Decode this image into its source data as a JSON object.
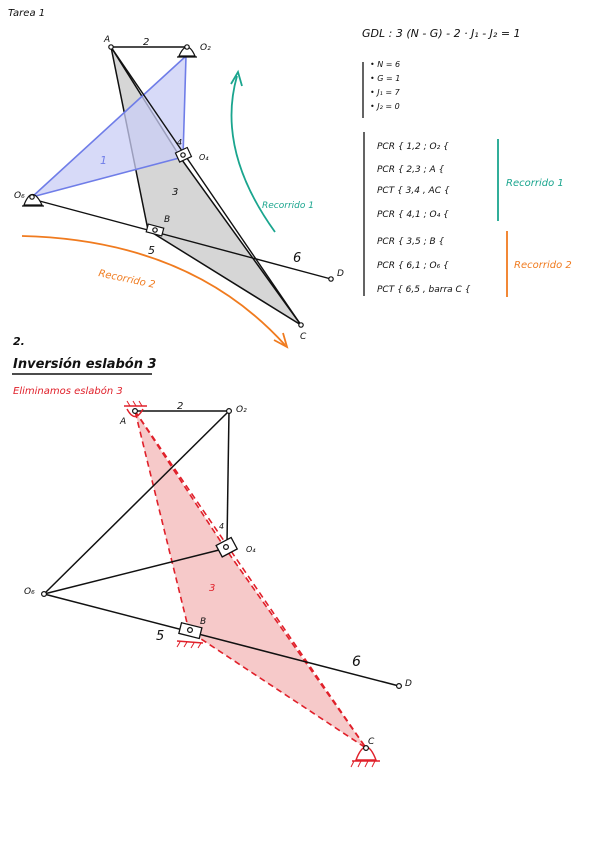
{
  "top": {
    "title": "Tarea 1",
    "gdl_formula": "GDL : 3 (N - G) - 2 · J₁ - J₂ = 1",
    "params": [
      "• N = 6",
      "• G = 1",
      "• J₁ = 7",
      "• J₂ = 0"
    ],
    "path1_rows": [
      "PCR { 1,2 ; O₂ {",
      "PCR { 2,3 ; A {",
      "PCT { 3,4 , AC {",
      "PCR { 4,1 ; O₄ {"
    ],
    "path2_rows": [
      "PCR { 3,5 ; B {",
      "PCR { 6,1 ; O₆ {",
      "PCT { 6,5 , barra C {"
    ],
    "path1_label": "Recorrido 1",
    "path2_label": "Recorrido 2",
    "points": {
      "A": "A",
      "O2": "O₂",
      "O4": "O₄",
      "O6": "O₆",
      "B": "B",
      "C": "C",
      "D": "D"
    },
    "links": {
      "l1": "1",
      "l2": "2",
      "l3": "3",
      "l4": "4",
      "l5": "5",
      "l6": "6"
    },
    "ac_bar": "AC"
  },
  "bottom": {
    "number": "2.",
    "heading": "Inversión eslabón 3",
    "subheading": "Eliminamos eslabón 3",
    "points": {
      "A": "A",
      "O2": "O₂",
      "O4": "O₄",
      "O6": "O₆",
      "B": "B",
      "C": "C",
      "D": "D"
    },
    "links": {
      "l2": "2",
      "l3": "3",
      "l4": "4",
      "l5": "5",
      "l6": "6"
    }
  },
  "colors": {
    "ink": "#111111",
    "blue": "#6f7de8",
    "blue_fill": "#c9cdf5",
    "gray_fill": "#d6d6d6",
    "teal": "#1aa58e",
    "orange": "#f07b1f",
    "red": "#e0202a",
    "red_fill": "#f6c9c9"
  }
}
